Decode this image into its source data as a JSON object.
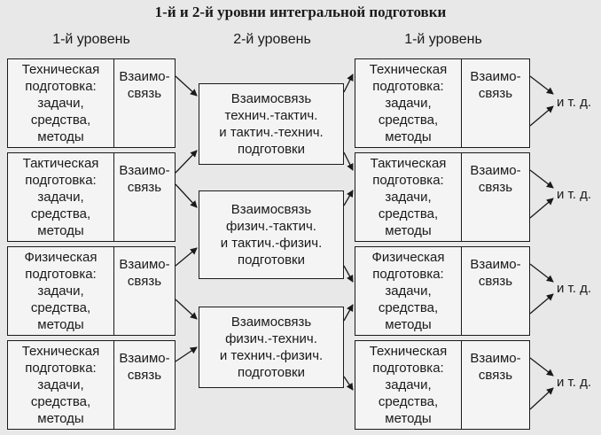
{
  "title": "1-й и 2-й уровни интегральной подготовки",
  "levels": {
    "left": "1-й уровень",
    "middle": "2-й уровень",
    "right": "1-й уровень"
  },
  "left_boxes": [
    {
      "name": "Техническая\nподготовка:\nзадачи,\nсредства,\nметоды",
      "link": "Взаимо-\nсвязь"
    },
    {
      "name": "Тактическая\nподготовка:\nзадачи,\nсредства,\nметоды",
      "link": "Взаимо-\nсвязь"
    },
    {
      "name": "Физическая\nподготовка:\nзадачи,\nсредства,\nметоды",
      "link": "Взаимо-\nсвязь"
    },
    {
      "name": "Техническая\nподготовка:\nзадачи,\nсредства,\nметоды",
      "link": "Взаимо-\nсвязь"
    }
  ],
  "center_boxes": [
    "Взаимосвязь\nтехнич.-тактич.\nи тактич.-технич.\nподготовки",
    "Взаимосвязь\nфизич.-тактич.\nи тактич.-физич.\nподготовки",
    "Взаимосвязь\nфизич.-технич.\nи технич.-физич.\nподготовки"
  ],
  "right_boxes": [
    {
      "name": "Техническая\nподготовка:\nзадачи,\nсредства,\nметоды",
      "link": "Взаимо-\nсвязь"
    },
    {
      "name": "Тактическая\nподготовка:\nзадачи,\nсредства,\nметоды",
      "link": "Взаимо-\nсвязь"
    },
    {
      "name": "Физическая\nподготовка:\nзадачи,\nсредства,\nметоды",
      "link": "Взаимо-\nсвязь"
    },
    {
      "name": "Техническая\nподготовка:\nзадачи,\nсредства,\nметоды",
      "link": "Взаимо-\nсвязь"
    }
  ],
  "etc_label": "и т. д."
}
